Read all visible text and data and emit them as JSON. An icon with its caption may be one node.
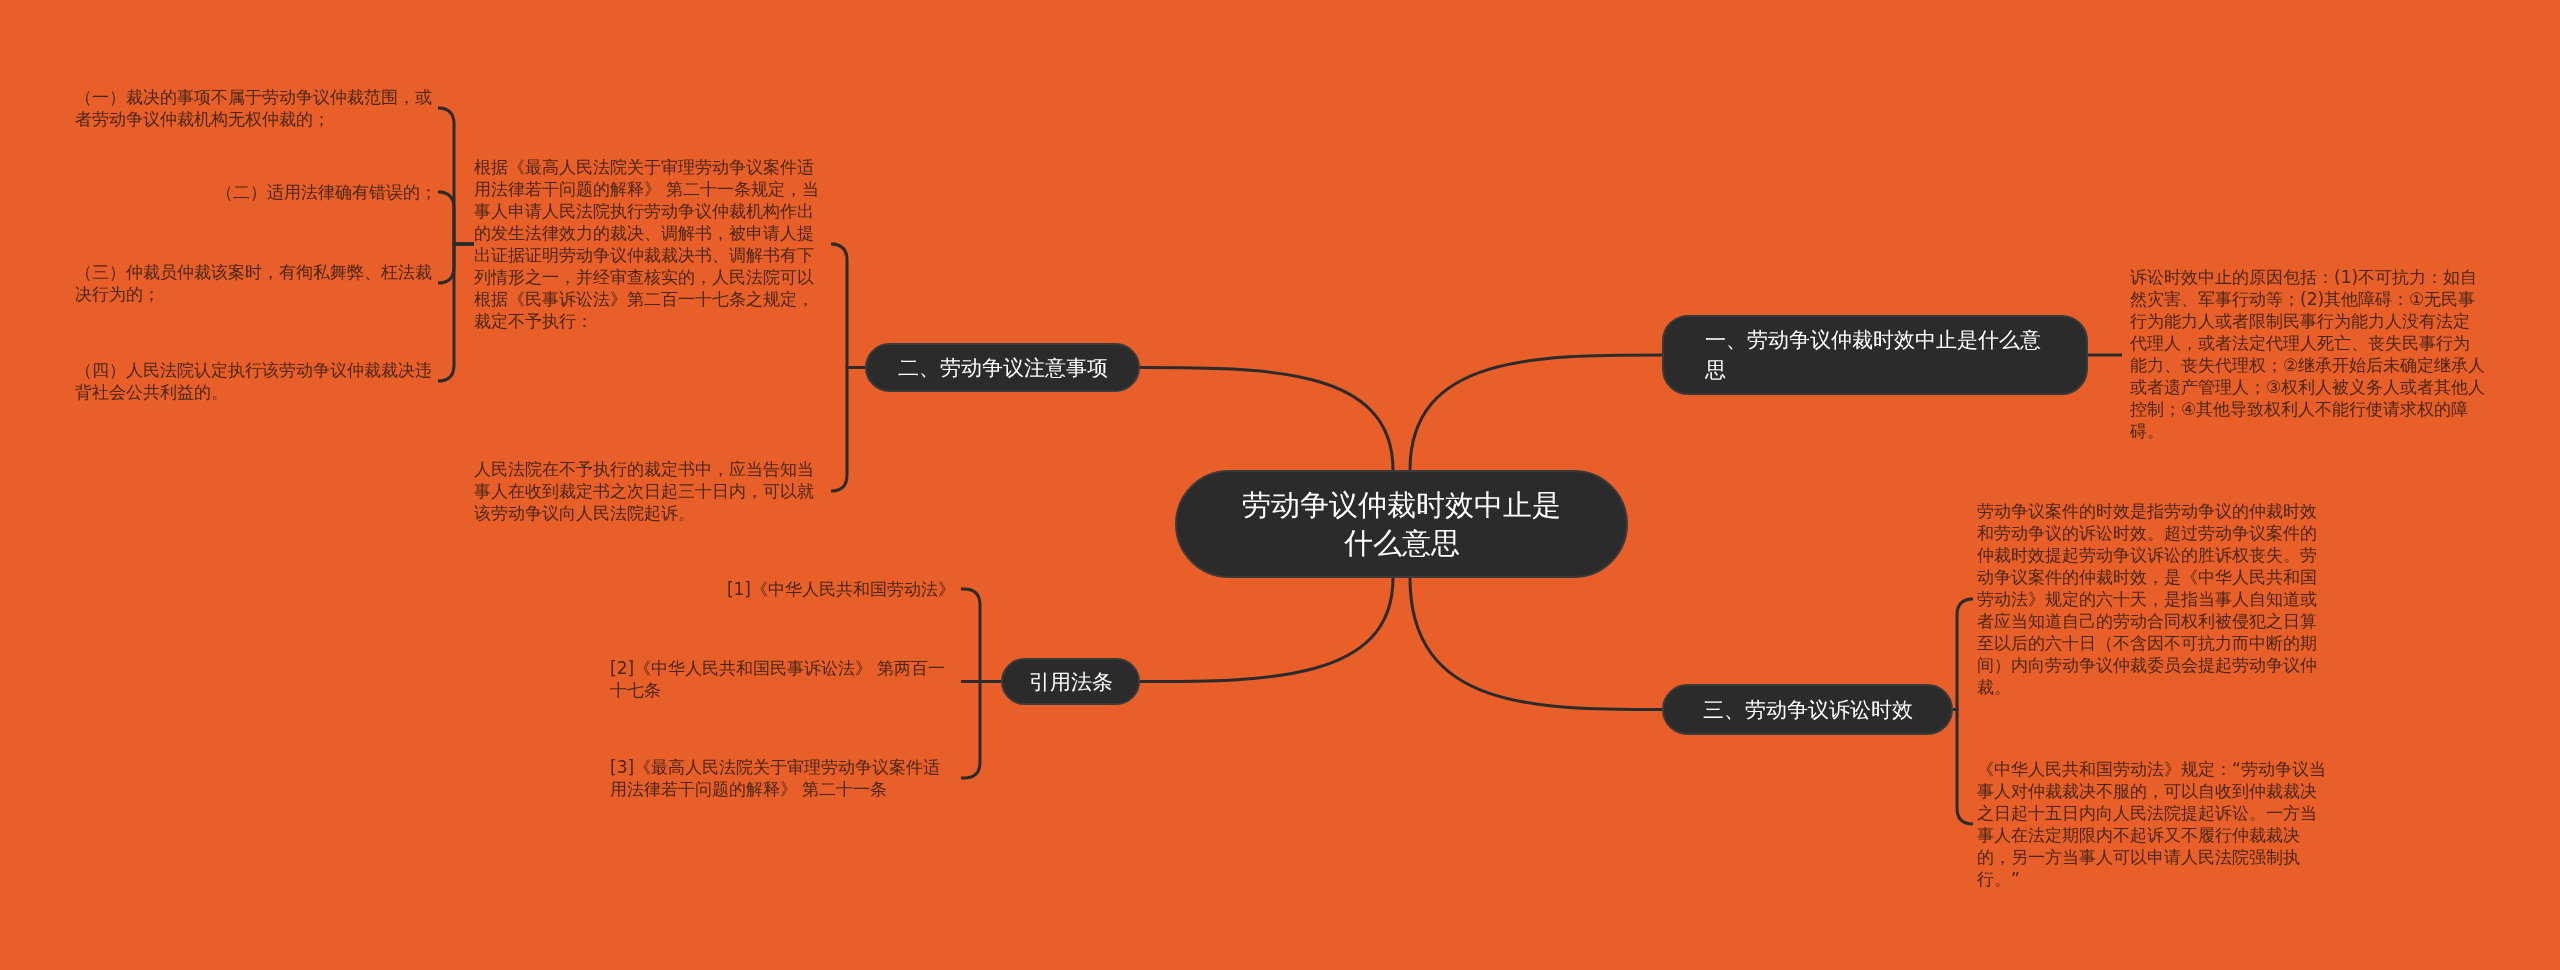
{
  "diagram": {
    "nodes": [
      {
        "text": [
          "劳动争议仲裁时效中止是什么意思"
        ]
      },
      {
        "text": [
          "二、劳动争议注意事项"
        ]
      },
      {
        "text": [
          "根据《最高人民法院关于审理劳动争议案件适用法律若干问题的解释》 第二十一条规定，当事人申请人民法院执行劳动争议仲裁机构作出的发生法律效力的裁决、调解书，被申请人提出证据证明劳动争议仲裁裁决书、调解书有下列情形之一，并经审查核实的，人民法院可以根据《民事诉讼法》第二百一十七条之规定，裁定不予执行："
        ]
      },
      {
        "text": [
          "（一）裁决的事项不属于劳动争议仲裁范围，或者劳动争议仲裁机构无权仲裁的；"
        ]
      },
      {
        "text": [
          "（二）适用法律确有错误的；"
        ]
      },
      {
        "text": [
          "（三）仲裁员仲裁该案时，有徇私舞弊、枉法裁决行为的；"
        ]
      },
      {
        "text": [
          "（四）人民法院认定执行该劳动争议仲裁裁决违背社会公共利益的。"
        ]
      },
      {
        "text": [
          "人民法院在不予执行的裁定书中，应当告知当事人在收到裁定书之次日起三十日内，可以就该劳动争议向人民法院起诉。"
        ]
      },
      {
        "text": [
          "引用法条"
        ]
      },
      {
        "text": [
          "[1]《中华人民共和国劳动法》"
        ]
      },
      {
        "text": [
          "[2]《中华人民共和国民事诉讼法》 第两百一十七条"
        ]
      },
      {
        "text": [
          "[3]《最高人民法院关于审理劳动争议案件适用法律若干问题的解释》 第二十一条"
        ]
      },
      {
        "text": [
          "一、劳动争议仲裁时效中止是什么意思"
        ]
      },
      {
        "text": [
          "诉讼时效中止的原因包括：(1)不可抗力：如自然灾害、军事行动等；(2)其他障碍：①无民事行为能力人或者限制民事行为能力人没有法定代理人，或者法定代理人死亡、丧失民事行为能力、丧失代理权；②继承开始后未确定继承人或者遗产管理人；③权利人被义务人或者其他人控制；④其他导致权利人不能行使请求权的障碍。"
        ]
      },
      {
        "text": [
          "三、劳动争议诉讼时效"
        ]
      },
      {
        "text": [
          "劳动争议案件的时效是指劳动争议的仲裁时效和劳动争议的诉讼时效。超过劳动争议案件的仲裁时效提起劳动争议诉讼的胜诉权丧失。劳动争议案件的仲裁时效，是《中华人民共和国劳动法》规定的六十天，是指当事人自知道或者应当知道自己的劳动合同权利被侵犯之日算至以后的六十日（不含因不可抗力而中断的期间）内向劳动争议仲裁委员会提起劳动争议仲裁。"
        ]
      },
      {
        "text": [
          "《中华人民共和国劳动法》规定：“劳动争议当事人对仲裁裁决不服的，可以自收到仲裁裁决之日起十五日内向人民法院提起诉讼。一方当事人在法定期限内不起诉又不履行仲裁裁决的，另一方当事人可以申请人民法院强制执行。”"
        ]
      }
    ],
    "edges": [
      {
        "from": 0,
        "to": 1,
        "arrow": "none"
      },
      {
        "from": 1,
        "to": 2,
        "arrow": "none"
      },
      {
        "from": 2,
        "to": 3,
        "arrow": "none"
      },
      {
        "from": 2,
        "to": 4,
        "arrow": "none"
      },
      {
        "from": 2,
        "to": 5,
        "arrow": "none"
      },
      {
        "from": 2,
        "to": 6,
        "arrow": "none"
      },
      {
        "from": 1,
        "to": 7,
        "arrow": "none"
      },
      {
        "from": 0,
        "to": 8,
        "arrow": "none"
      },
      {
        "from": 8,
        "to": 9,
        "arrow": "none"
      },
      {
        "from": 8,
        "to": 10,
        "arrow": "none"
      },
      {
        "from": 8,
        "to": 11,
        "arrow": "none"
      },
      {
        "from": 0,
        "to": 12,
        "arrow": "none"
      },
      {
        "from": 12,
        "to": 13,
        "arrow": "none"
      },
      {
        "from": 0,
        "to": 14,
        "arrow": "none"
      },
      {
        "from": 14,
        "to": 15,
        "arrow": "none"
      },
      {
        "from": 14,
        "to": 16,
        "arrow": "none"
      }
    ]
  }
}
